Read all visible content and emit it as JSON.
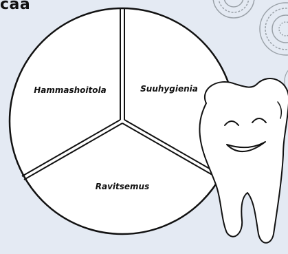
{
  "header": {
    "title_fragment": "caa"
  },
  "diagram": {
    "segments": [
      {
        "label": "Hammashoitola"
      },
      {
        "label": "Suuhygienia"
      },
      {
        "label": "Ravitsemus"
      }
    ]
  },
  "colors": {
    "background": "#e4eaf3",
    "segment_fill": "#ffffff",
    "outline": "#111111",
    "decor": "#9aa1a8"
  }
}
